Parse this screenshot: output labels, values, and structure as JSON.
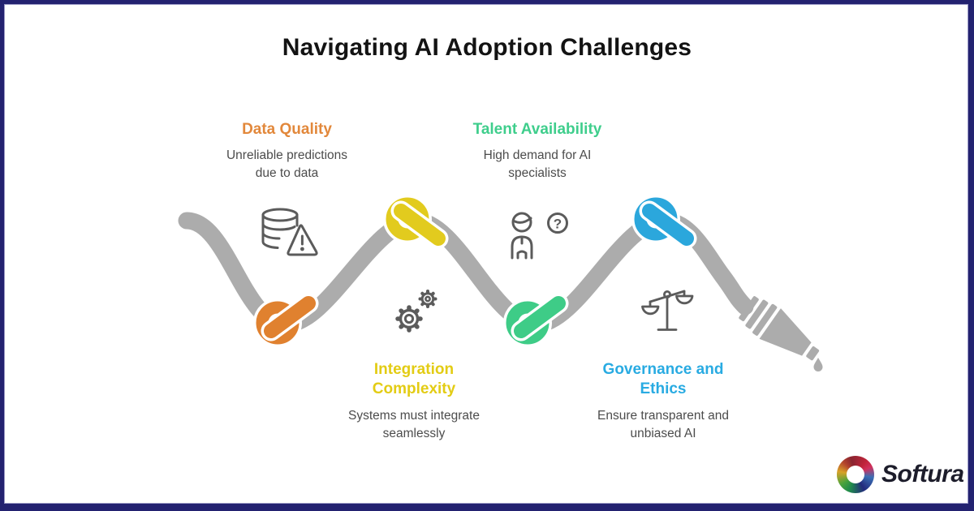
{
  "title": "Navigating AI Adoption Challenges",
  "challenges": [
    {
      "label": "Data Quality",
      "description": "Unreliable predictions due to data",
      "color": "#E2883B",
      "icon": "database-warning-icon"
    },
    {
      "label": "Talent Availability",
      "description": "High demand for AI specialists",
      "color": "#3FCE8C",
      "icon": "person-question-icon"
    },
    {
      "label": "Integration Complexity",
      "description": "Systems must integrate seamlessly",
      "color": "#E3CC14",
      "icon": "gears-icon"
    },
    {
      "label": "Governance and Ethics",
      "description": "Ensure transparent and unbiased AI",
      "color": "#29ABE2",
      "icon": "scales-icon"
    }
  ],
  "rope": {
    "color": "#ACACAC",
    "knots": [
      {
        "name": "data-quality-knot",
        "color": "#E0812F"
      },
      {
        "name": "integration-complexity-knot",
        "color": "#E2CB1E"
      },
      {
        "name": "talent-availability-knot",
        "color": "#3ECC87"
      },
      {
        "name": "governance-ethics-knot",
        "color": "#2BA7DC"
      }
    ]
  },
  "icons": {
    "question_mark": "?"
  },
  "logo": {
    "text": "Softura"
  },
  "frame": {
    "border_color": "#232270"
  }
}
